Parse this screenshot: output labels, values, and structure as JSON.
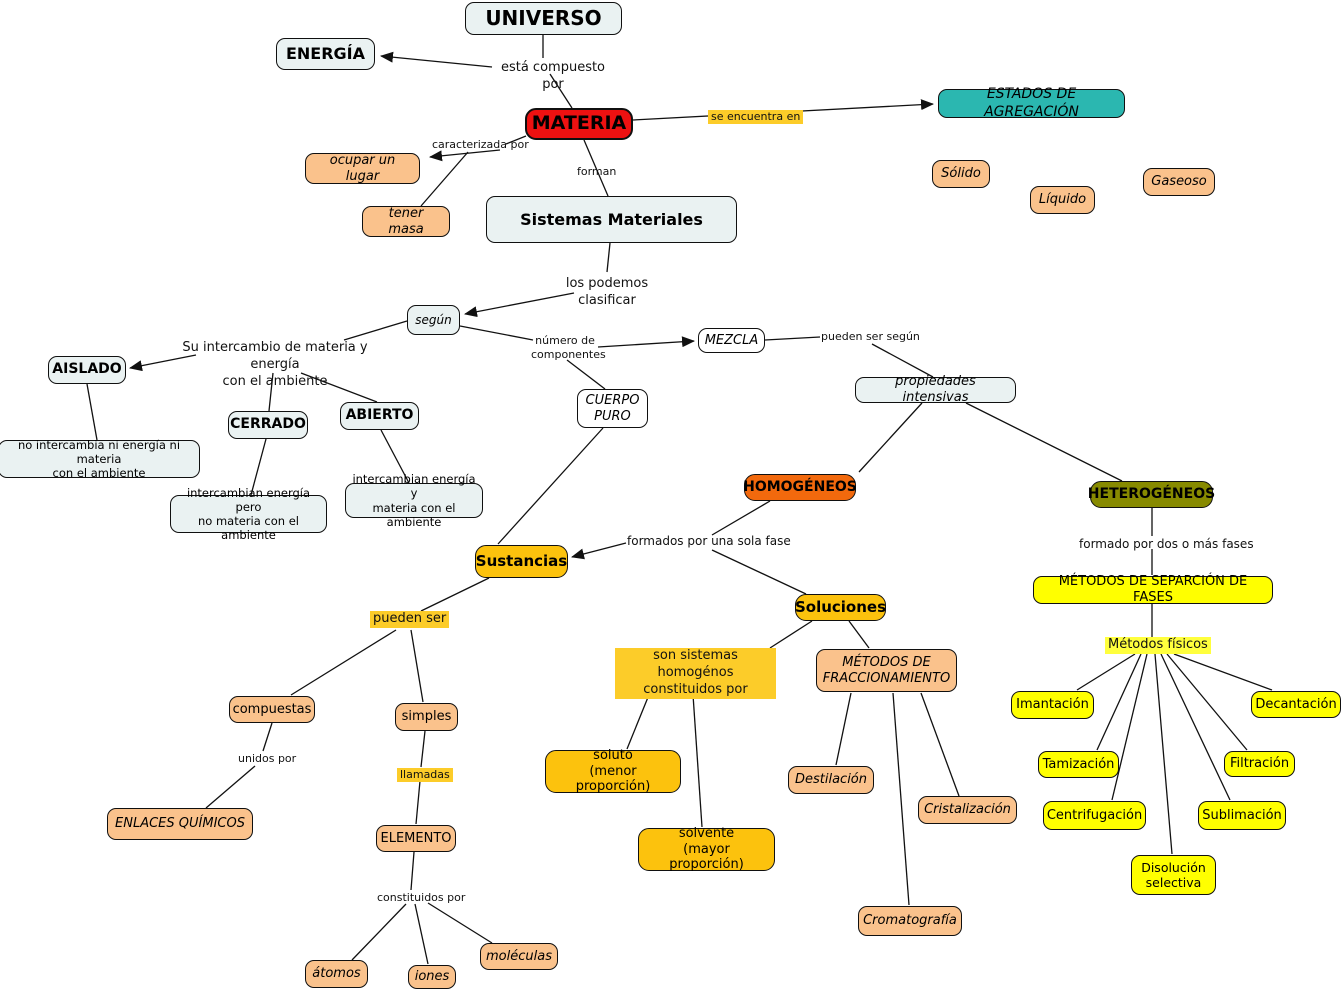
{
  "colors": {
    "node_red": "#ee1111",
    "node_teal": "#2bb7b0",
    "node_peach": "#fac28c",
    "node_gold": "#fcc20d",
    "node_orange": "#f2690d",
    "node_olive": "#878a00",
    "node_yellow": "#ffff00",
    "node_light": "#eaf2f2",
    "node_white": "#ffffff",
    "label_highlight_gold": "#fccc29",
    "label_highlight_yellow": "#ffff3d",
    "line": "#111111",
    "text": "#000000"
  },
  "nodes": {
    "universo": "UNIVERSO",
    "energia": "ENERGÍA",
    "materia": "MATERIA",
    "estados_de_agregacion": "ESTADOS DE AGREGACIÓN",
    "solido": "Sólido",
    "liquido": "Líquido",
    "gaseoso": "Gaseoso",
    "ocupar_un_lugar": "ocupar un lugar",
    "tener_masa": "tener masa",
    "sistemas_materiales": "Sistemas Materiales",
    "segun": "según",
    "mezcla": "MEZCLA",
    "cuerpo_puro": "CUERPO\nPURO",
    "propiedades_intensivas": "propiedades intensivas",
    "aislado": "AISLADO",
    "cerrado": "CERRADO",
    "abierto": "ABIERTO",
    "aislado_desc": "no intercambia ni energía ni materia\ncon el ambiente",
    "cerrado_desc": "intercambian energía pero\nno materia con el ambiente",
    "abierto_desc": "intercambian energía y\nmateria con el ambiente",
    "homogeneos": "HOMOGÉNEOS",
    "heterogeneos": "HETEROGÉNEOS",
    "sustancias": "Sustancias",
    "soluciones": "Soluciones",
    "metodos_de_fraccionamiento": "MÉTODOS DE\nFRACCIONAMIENTO",
    "metodos_de_separcion_de_fases": "MÉTODOS DE SEPARCIÓN DE FASES",
    "compuestas": "compuestas",
    "simples": "simples",
    "enlaces_quimicos": "ENLACES QUÍMICOS",
    "elemento": "ELEMENTO",
    "atomos": "átomos",
    "iones": "iones",
    "moleculas": "moléculas",
    "soluto": "soluto\n(menor proporción)",
    "solvente": "solvente\n(mayor proporción)",
    "destilacion": "Destilación",
    "cristalizacion": "Cristalización",
    "cromatografia": "Cromatografía",
    "imantacion": "Imantación",
    "tamizacion": "Tamización",
    "centrifugacion": "Centrifugación",
    "decantacion": "Decantación",
    "filtracion": "Filtración",
    "sublimacion": "Sublimación",
    "disolucion_selectiva": "Disolución\nselectiva"
  },
  "edge_labels": {
    "esta_compuesto_por": "está compuesto por",
    "se_encuentra_en": "se encuentra en",
    "caracterizada_por": "caracterizada por",
    "forman": "forman",
    "los_podemos_clasificar": "los podemos clasificar",
    "su_intercambio": "Su intercambio de materia y energía\ncon el ambiente",
    "numero_de_componentes": "número de\ncomponentes",
    "pueden_ser_segun": "pueden ser según",
    "formados_por_una_sola_fase": "formados por una sola fase",
    "formado_por_dos_o_mas_fases": "formado por dos o más fases",
    "pueden_ser": "pueden ser",
    "son_sistemas_homogenos": "son sistemas homogénos\nconstituidos por",
    "metodos_fisicos": "Métodos físicos",
    "unidos_por": "unidos por",
    "llamadas": "llamadas",
    "constituidos_por": "constituidos por"
  }
}
